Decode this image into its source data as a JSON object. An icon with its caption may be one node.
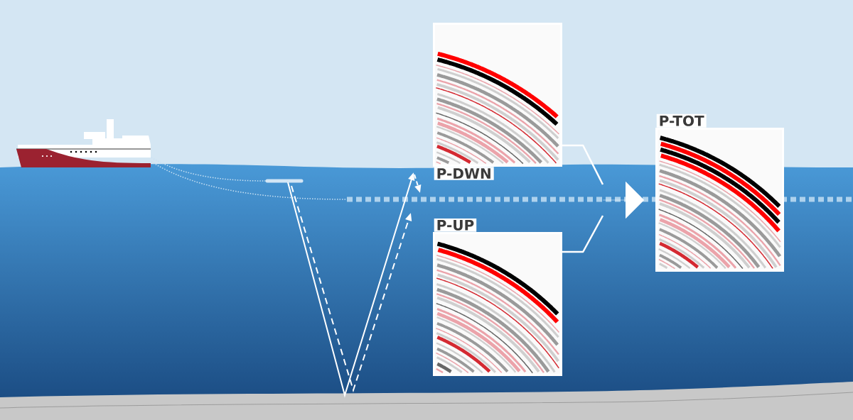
{
  "diagram": {
    "nodes": [
      {
        "text": [
          "P-DWN"
        ]
      },
      {
        "text": [
          "P-UP"
        ]
      },
      {
        "text": [
          "P-TOT"
        ]
      },
      {
        "text": [],
        "shape": "arrow"
      }
    ],
    "edges": [
      {
        "from": 0,
        "to": 3,
        "arrow": "none"
      },
      {
        "from": 1,
        "to": 3,
        "arrow": "none"
      }
    ]
  }
}
